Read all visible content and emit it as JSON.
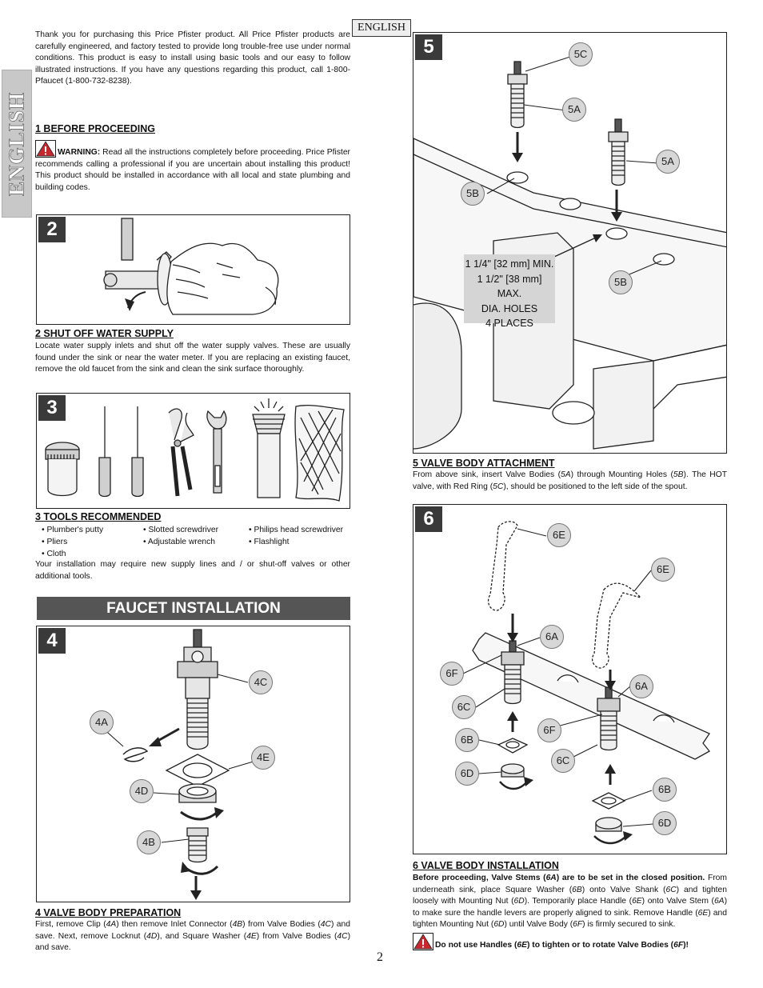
{
  "side_tab": "ENGLISH",
  "language_label": "ENGLISH",
  "intro": "Thank you for purchasing this Price Pfister product.  All Price Pfister products are carefully engineered, and factory tested to provide long trouble-free use under normal conditions.  This product is easy to install using basic tools and our easy to follow illustrated instructions.  If you have any questions regarding this product, call 1-800-Pfaucet (1-800-732-8238).",
  "section1": {
    "heading": "1  BEFORE PROCEEDING",
    "warning_label": "WARNING:",
    "warning_text": " Read all the instructions completely before proceeding. Price Pfister recommends calling a professional if you are uncertain about installing this product! This product should be installed in accordance with all local and state plumbing and building codes."
  },
  "step2": {
    "number": "2",
    "heading": "2  SHUT OFF WATER SUPPLY",
    "text": "Locate water supply inlets and shut off the water supply valves.  These are usually found under the sink or near the water meter.  If you are replacing an existing faucet, remove the old faucet from the sink and clean the sink surface thoroughly."
  },
  "step3": {
    "number": "3",
    "heading": "3  TOOLS RECOMMENDED",
    "tools": [
      "• Plumber's putty",
      "• Slotted screwdriver",
      "• Philips head screwdriver",
      "• Pliers",
      "• Adjustable wrench",
      "• Flashlight",
      "• Cloth"
    ],
    "note": "Your installation may require new supply lines and / or shut-off valves or other additional tools."
  },
  "banner": "FAUCET INSTALLATION",
  "step4": {
    "number": "4",
    "labels": {
      "c4": "4C",
      "a4": "4A",
      "e4": "4E",
      "d4": "4D",
      "b4": "4B"
    },
    "heading": "4  VALVE BODY PREPARATION",
    "text_parts": [
      "First, remove Clip (",
      "4A",
      ") then remove Inlet Connector (",
      "4B",
      ") from Valve Bodies (",
      "4C",
      ") and save.  Next, remove Locknut (",
      "4D",
      "), and Square Washer (",
      "4E",
      ") from Valve Bodies (",
      "4C",
      ") and save."
    ]
  },
  "step5": {
    "number": "5",
    "labels": {
      "c5": "5C",
      "a5_1": "5A",
      "a5_2": "5A",
      "b5_1": "5B",
      "b5_2": "5B"
    },
    "dimension_lines": [
      "1 1/4\" [32 mm] MIN.",
      "1 1/2\" [38 mm] MAX.",
      "DIA. HOLES",
      "4 PLACES"
    ],
    "heading": "5  VALVE BODY ATTACHMENT",
    "text_parts": [
      "From above sink, insert Valve Bodies (",
      "5A",
      ") through Mounting Holes (",
      "5B",
      ").  The HOT valve, with Red Ring (",
      "5C",
      "), should be positioned to the left side of the spout."
    ]
  },
  "step6": {
    "number": "6",
    "labels": {
      "e6_1": "6E",
      "e6_2": "6E",
      "a6_1": "6A",
      "a6_2": "6A",
      "f6_1": "6F",
      "f6_2": "6F",
      "c6_1": "6C",
      "c6_2": "6C",
      "b6_1": "6B",
      "b6_2": "6B",
      "d6_1": "6D",
      "d6_2": "6D"
    },
    "heading": "6  VALVE BODY INSTALLATION",
    "bold_intro_parts": [
      "Before proceeding, Valve Stems (",
      "6A",
      ") are to be set in the closed position."
    ],
    "text_parts": [
      "  From underneath sink, place Square Washer (",
      "6B",
      ") onto Valve Shank (",
      "6C",
      ") and tighten loosely with Mounting Nut (",
      "6D",
      ").   Temporarily place Handle (",
      "6E",
      ") onto Valve Stem (",
      "6A",
      ") to make sure the handle levers are properly aligned to sink.  Remove Handle (",
      "6E",
      ") and tighten Mounting Nut (",
      "6D",
      ") until Valve Body (",
      "6F",
      ") is firmly secured to sink."
    ],
    "caution_parts": [
      "Do not use Handles (",
      "6E",
      ") to tighten or to rotate Valve Bodies (",
      "6F",
      ")!"
    ]
  },
  "page_number": "2"
}
